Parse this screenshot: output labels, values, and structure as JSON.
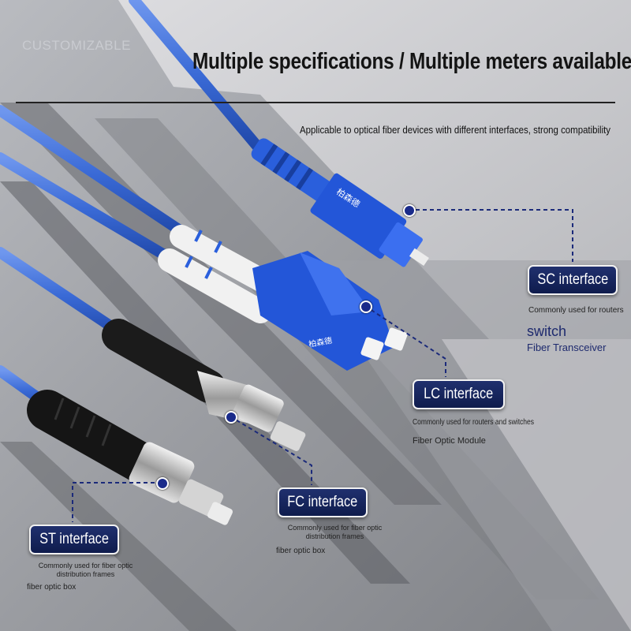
{
  "watermark": "CUSTOMIZABLE",
  "headline": "Multiple specifications / Multiple meters available",
  "subtitle": "Applicable to optical fiber devices with different interfaces, strong compatibility",
  "connectors": {
    "sc": {
      "label": "SC interface",
      "usage": "Commonly used for routers",
      "extra1": "switch",
      "extra2": "Fiber Transceiver",
      "brand": "柏森德"
    },
    "lc": {
      "label": "LC interface",
      "usage": "Commonly used for routers and switches",
      "extra": "Fiber Optic Module",
      "brand": "柏森德"
    },
    "fc": {
      "label": "FC interface",
      "usage": "Commonly used for fiber optic distribution frames",
      "extra": "fiber optic box"
    },
    "st": {
      "label": "ST interface",
      "usage": "Commonly used for fiber optic distribution frames",
      "extra": "fiber optic box"
    }
  },
  "colors": {
    "cable": "#3a6ad6",
    "connector_blue": "#2356d8",
    "badge": "#17245c",
    "accent_dot": "#1a2b8a"
  }
}
